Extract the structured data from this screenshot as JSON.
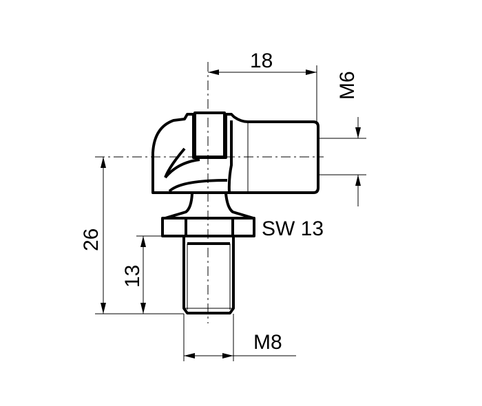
{
  "dimensions": {
    "width_18": "18",
    "thread_m6": "M6",
    "height_26": "26",
    "thread_length_13": "13",
    "thread_m8": "M8",
    "wrench_size": "SW 13"
  }
}
